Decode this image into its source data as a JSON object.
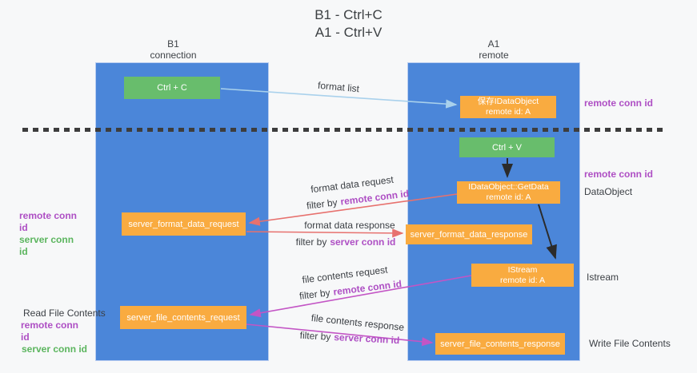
{
  "title": {
    "line1": "B1 - Ctrl+C",
    "line2": "A1 - Ctrl+V"
  },
  "lanes": {
    "left": {
      "name": "B1",
      "subtitle": "connection"
    },
    "right": {
      "name": "A1",
      "subtitle": "remote"
    }
  },
  "nodes": {
    "ctrl_c": {
      "label": "Ctrl + C"
    },
    "ctrl_v": {
      "label": "Ctrl + V"
    },
    "save_idataobject": {
      "line1": "保存IDataObject",
      "line2": "remote id: A"
    },
    "getdata": {
      "line1": "IDataObject::GetData",
      "line2": "remote id: A"
    },
    "istream": {
      "line1": "IStream",
      "line2": "remote id: A"
    },
    "format_request": {
      "label": "server_format_data_request"
    },
    "format_response": {
      "label": "server_format_data_response"
    },
    "file_request": {
      "label": "server_file_contents_request"
    },
    "file_response": {
      "label": "server_file_contents_response"
    }
  },
  "edge_labels": {
    "format_list": "format list",
    "format_data_request": "format data request",
    "format_data_response": "format data response",
    "file_contents_request": "file contents request",
    "file_contents_response": "file contents response",
    "filter_by": "filter by",
    "remote_conn_id": "remote conn id",
    "server_conn_id": "server conn id"
  },
  "side_labels": {
    "top_right_remote_conn_id": "remote conn id",
    "mid_right_remote_conn_id": "remote conn id",
    "data_object": "DataObject",
    "istream": "Istream",
    "write_file_contents": "Write File Contents",
    "left_remote_conn_id": "remote conn id",
    "left_server_conn_id": "server conn id",
    "read_file_contents": "Read File Contents",
    "bottom_left_remote_conn_id": "remote conn id",
    "bottom_left_server_conn_id": "server conn id"
  },
  "colors": {
    "lane_blue": "#4b86d9",
    "node_orange": "#f9ab40",
    "node_green": "#68bd6c",
    "remote_conn_id_purple": "#ae4fc4",
    "server_conn_id_green": "#5bb55e",
    "arrow_red": "#e7716e",
    "arrow_magenta": "#c355c5",
    "arrow_light_blue": "#a9d1ec",
    "arrow_black": "#2b2b2b",
    "dashed_line": "#3d3d3d"
  }
}
